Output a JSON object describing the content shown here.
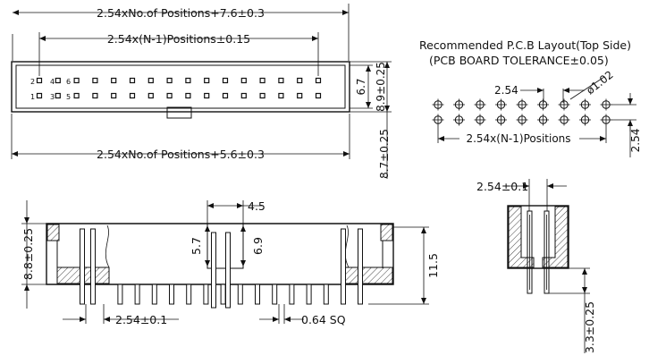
{
  "top_view": {
    "dim_overall": "2.54xNo.of Positions+7.6±0.3",
    "dim_pitch_span": "2.54x(N-1)Positions±0.15",
    "dim_body": "2.54xNo.of Positions+5.6±0.3",
    "dim_height_inner": "6.7",
    "dim_height_outer": "8.9±0.25",
    "dim_height_total": "8.7±0.25",
    "pin_labels": [
      "2",
      "4",
      "6",
      "1",
      "3",
      "5"
    ]
  },
  "pcb_layout": {
    "title_line1": "Recommended P.C.B Layout(Top Side)",
    "title_line2": "(PCB BOARD TOLERANCE±0.05)",
    "dim_pitch_h": "2.54",
    "dim_hole": "ø1.02",
    "dim_span": "2.54x(N-1)Positions",
    "dim_pitch_v": "2.54"
  },
  "front_view": {
    "dim_height": "8.8±0.25",
    "dim_slot_width": "4.5",
    "dim_slot_depth": "5.7",
    "dim_slot_inner": "6.9",
    "dim_total_height": "11.5",
    "dim_pitch": "2.54±0.1",
    "dim_pin_square": "0.64 SQ"
  },
  "side_view": {
    "dim_row_pitch": "2.54±0.1",
    "dim_pin_tail": "3.3±0.25"
  }
}
